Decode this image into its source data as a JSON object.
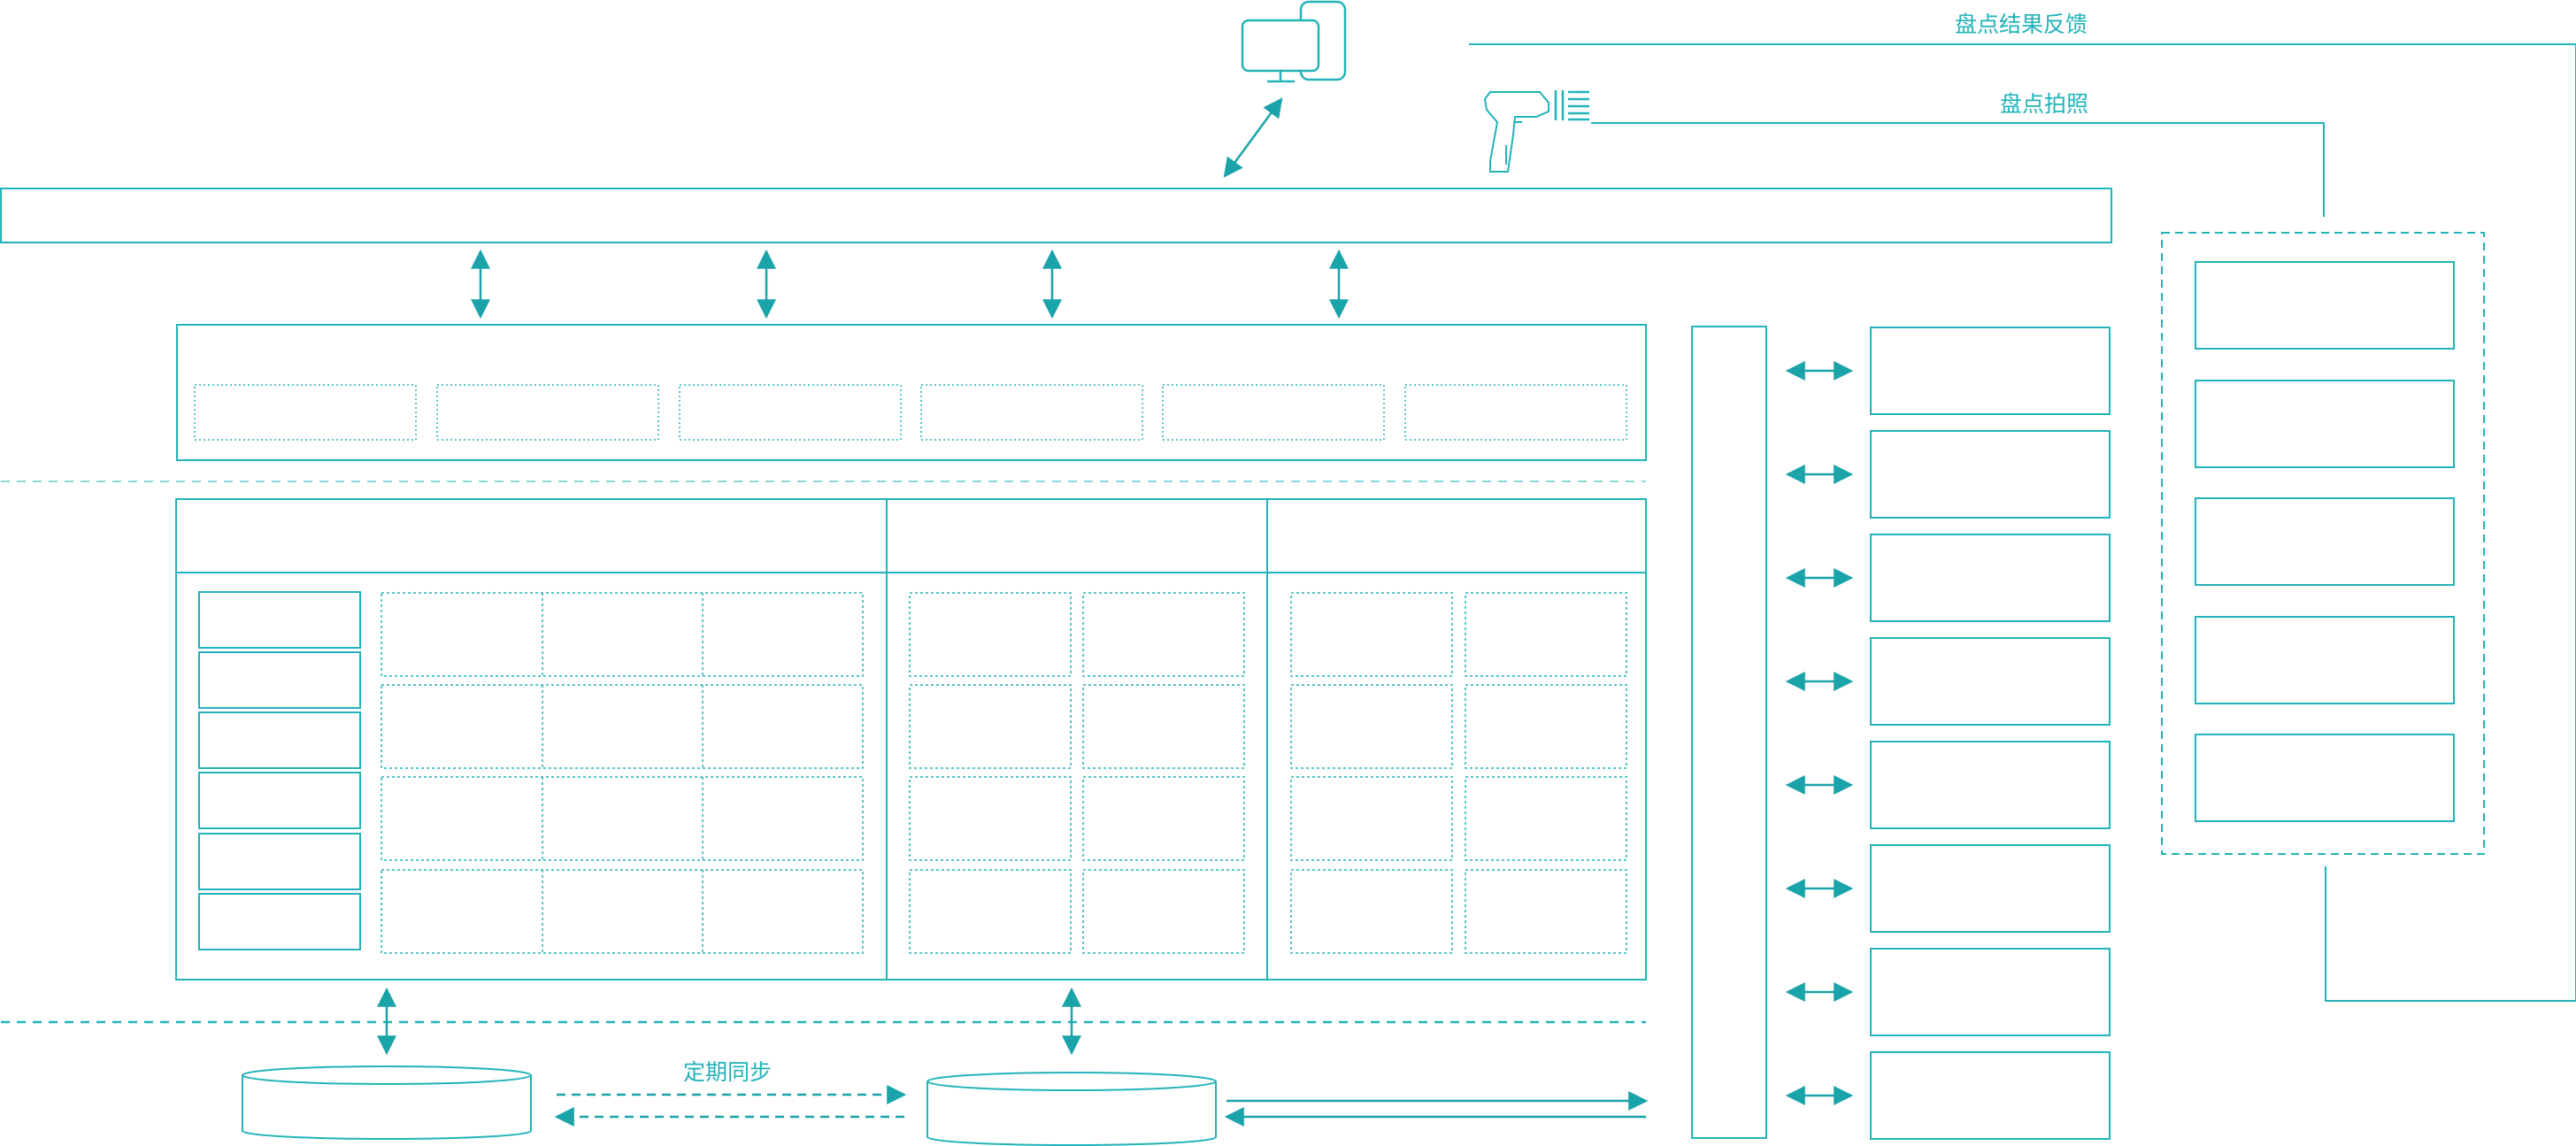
{
  "colors": {
    "line": "#22b3b9",
    "arrow": "#1aa3a9",
    "background": "#ffffff"
  },
  "icons": {
    "computer": "desktop-monitor-icon",
    "scanner": "barcode-scanner-icon"
  },
  "labels": {
    "feedback": "盘点结果反馈",
    "photo": "盘点拍照",
    "sync": "定期同步"
  }
}
